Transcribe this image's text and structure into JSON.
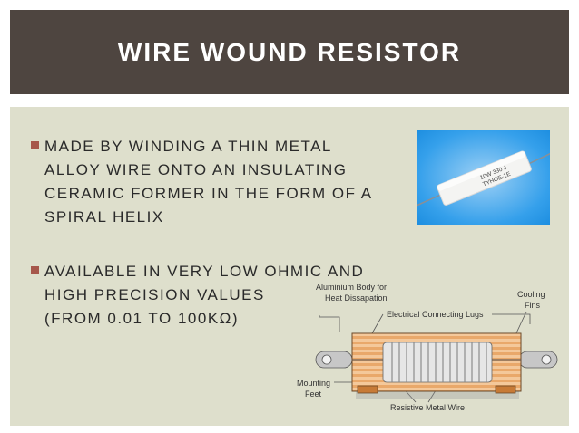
{
  "slide": {
    "title": "WIRE WOUND RESISTOR",
    "bullets": [
      {
        "text": "MADE BY WINDING A THIN METAL\nALLOY WIRE ONTO AN INSULATING\nCERAMIC FORMER IN THE FORM OF A\nSPIRAL HELIX"
      },
      {
        "text": "AVAILABLE IN VERY LOW OHMIC AND\nHIGH PRECISION VALUES\n(FROM 0.01 TO 100KΩ)"
      }
    ]
  },
  "photo": {
    "marking_line1": "10W 330 J",
    "marking_line2": "TYHOE-1E"
  },
  "diagram": {
    "label_body_1": "Aluminium Body for",
    "label_body_2": "Heat Dissapation",
    "label_cooling_1": "Cooling",
    "label_cooling_2": "Fins",
    "label_lugs": "Electrical Connecting Lugs",
    "label_mounting_1": "Mounting",
    "label_mounting_2": "Feet",
    "label_wire": "Resistive Metal Wire"
  },
  "colors": {
    "title_bg": "#4e4540",
    "panel_bg": "#dedfcc",
    "bullet": "#a6574a",
    "photo_bg": "#35a0eb"
  }
}
